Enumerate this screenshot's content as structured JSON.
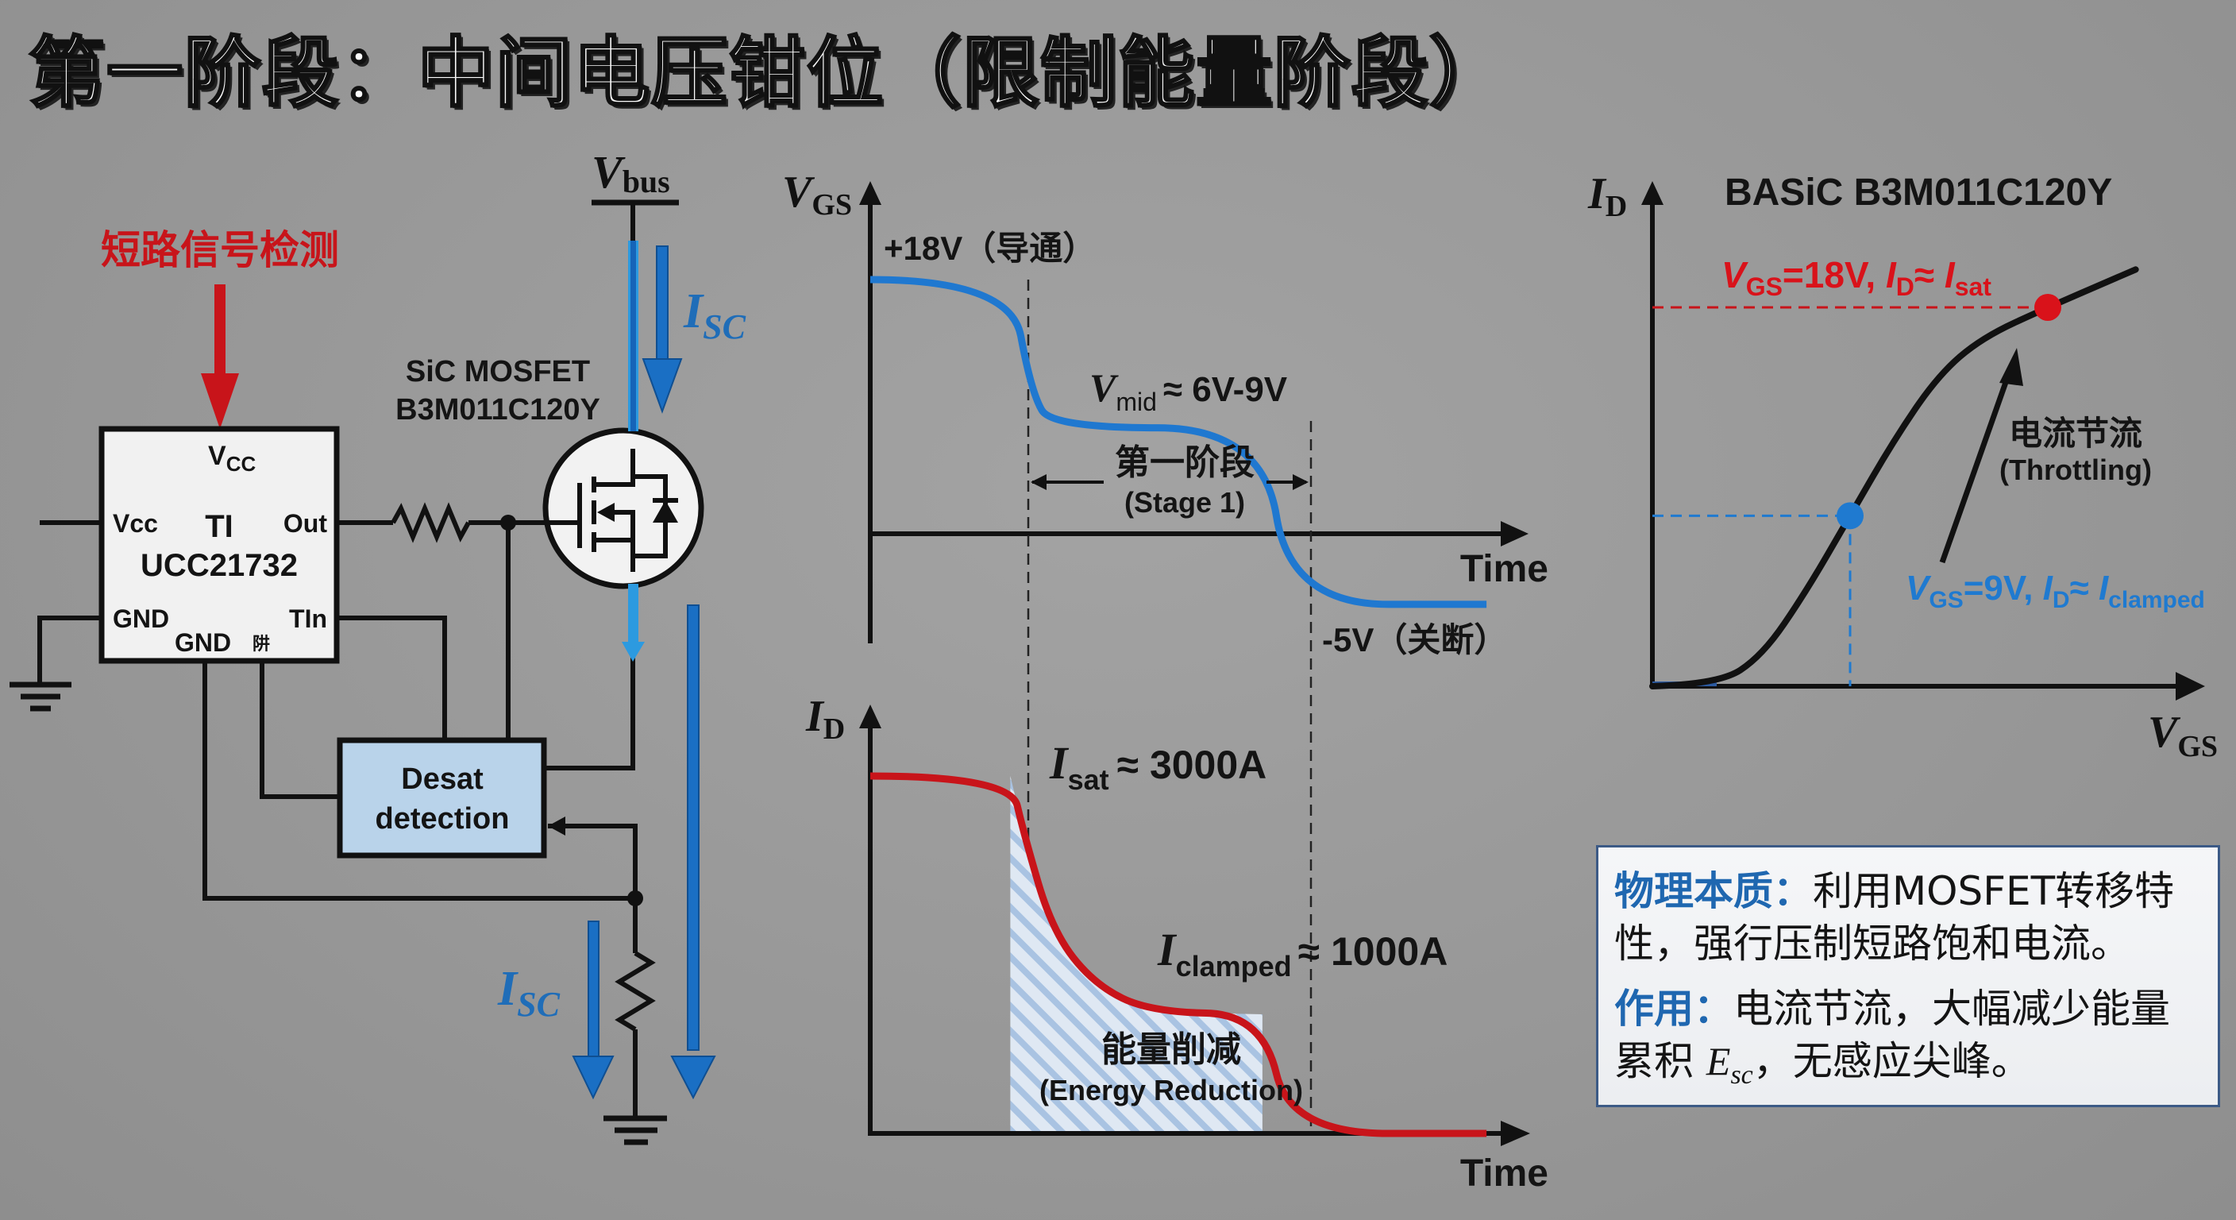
{
  "title": "第一阶段：中间电压钳位（限制能量阶段）",
  "colors": {
    "background": "#969696",
    "red": "#c8141a",
    "blue_trace": "#1f78d0",
    "blue_arrow": "#1a6fc4",
    "blue_text": "#1f6db8",
    "desat_fill": "#b9d3ea",
    "chip_fill": "#f1f1f1"
  },
  "circuit": {
    "signal_label": "短路信号检测",
    "bus_label_main": "V",
    "bus_label_sub": "bus",
    "mosfet_label_line1": "SiC MOSFET",
    "mosfet_label_line2": "B3M011C120Y",
    "chip": {
      "top_pin_main": "V",
      "top_pin_sub": "CC",
      "vendor": "TI",
      "part": "UCC21732",
      "left_pin_top": "Vcc",
      "left_pin_bottom": "GND",
      "right_pin_top": "Out",
      "right_pin_bottom": "TIn",
      "bottom_pin": "GND",
      "bottom_glyph": "阱"
    },
    "desat_line1": "Desat",
    "desat_line2": "detection",
    "current_label_main": "I",
    "current_label_sub": "SC"
  },
  "chart_data": [
    {
      "type": "line",
      "id": "vgs-time",
      "ylabel_main": "V",
      "ylabel_sub": "GS",
      "xlabel": "Time",
      "series": [
        {
          "name": "VGS",
          "color": "#1f78d0",
          "unit": "V",
          "points": [
            [
              0,
              18
            ],
            [
              1,
              18
            ],
            [
              1.15,
              10
            ],
            [
              1.3,
              7.5
            ],
            [
              2.8,
              7.5
            ],
            [
              3.0,
              -5
            ],
            [
              4.4,
              -5
            ]
          ]
        }
      ],
      "annotations": {
        "on_level": "+18V（导通）",
        "mid_main": "V",
        "mid_sub": "mid",
        "mid_value": "≈ 6V-9V",
        "off_level": "-5V（关断）",
        "stage_cn": "第一阶段",
        "stage_en": "(Stage 1)"
      },
      "stage_interval": [
        1,
        2.75
      ],
      "xlim": [
        0,
        4.7
      ],
      "ylim": [
        -8,
        22
      ]
    },
    {
      "type": "area",
      "id": "id-time",
      "ylabel_main": "I",
      "ylabel_sub": "D",
      "xlabel": "Time",
      "series": [
        {
          "name": "ID",
          "color": "#c8141a",
          "unit": "A",
          "points": [
            [
              0,
              3000
            ],
            [
              1,
              3000
            ],
            [
              1.1,
              2500
            ],
            [
              1.3,
              1700
            ],
            [
              1.6,
              1250
            ],
            [
              2.0,
              1020
            ],
            [
              2.8,
              1000
            ],
            [
              3.0,
              0
            ],
            [
              4.4,
              0
            ]
          ]
        }
      ],
      "annotations": {
        "sat_main": "I",
        "sat_sub": "sat",
        "sat_value": "≈ 3000A",
        "clamped_main": "I",
        "clamped_sub": "clamped",
        "clamped_value": "≈ 1000A",
        "area_cn": "能量削减",
        "area_en": "(Energy Reduction)"
      },
      "shaded_interval": [
        1,
        2.8
      ],
      "xlim": [
        0,
        4.7
      ],
      "ylim": [
        0,
        4000
      ]
    },
    {
      "type": "line",
      "id": "transfer-characteristic",
      "title": "BASiC B3M011C120Y",
      "ylabel_main": "I",
      "ylabel_sub": "D",
      "xlabel_main": "V",
      "xlabel_sub": "GS",
      "series": [
        {
          "name": "ID vs VGS",
          "color": "#111111",
          "points": [
            [
              0,
              0
            ],
            [
              3,
              0.005
            ],
            [
              5,
              0.08
            ],
            [
              7,
              0.25
            ],
            [
              9,
              0.45
            ],
            [
              11,
              0.65
            ],
            [
              13,
              0.82
            ],
            [
              15,
              0.92
            ],
            [
              18,
              1.0
            ],
            [
              22,
              1.1
            ]
          ]
        }
      ],
      "markers": [
        {
          "name": "sat-point",
          "vgs": 18,
          "id_rel": 1.0,
          "color": "#d9121a",
          "label_main": "V",
          "label_sub": "GS",
          "label_rest": "=18V, ",
          "label_i": "I",
          "label_isub": "D",
          "label_approx": "≈ ",
          "label_i2": "I",
          "label_i2sub": "sat"
        },
        {
          "name": "clamped-point",
          "vgs": 9,
          "id_rel": 0.45,
          "color": "#1f7ad0",
          "label_main": "V",
          "label_sub": "GS",
          "label_rest": "=9V, ",
          "label_i": "I",
          "label_isub": "D",
          "label_approx": "≈ ",
          "label_i2": "I",
          "label_i2sub": "clamped"
        }
      ],
      "throttling_cn": "电流节流",
      "throttling_en": "(Throttling)",
      "xlim": [
        0,
        24
      ],
      "ylim": [
        0,
        1.4
      ]
    }
  ],
  "note": {
    "k1": "物理本质：",
    "t1": "利用MOSFET转移特性，强行压制短路饱和电流。",
    "k2": "作用：",
    "t2a": "电流节流，大幅减少能量累积 ",
    "esc_main": "E",
    "esc_sub": "sc",
    "t2b": "，无感应尖峰。"
  }
}
